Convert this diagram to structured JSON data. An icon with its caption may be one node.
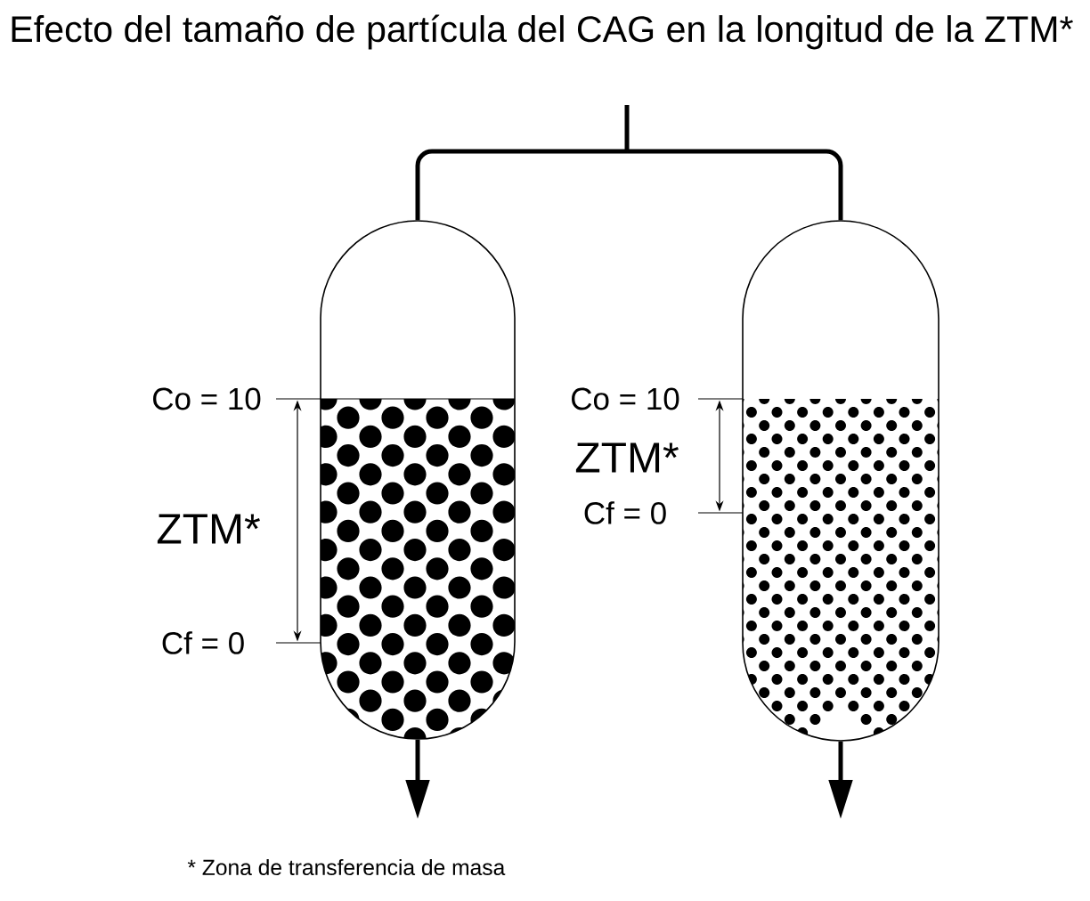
{
  "diagram": {
    "title": "Efecto del tamaño de partícula del CAG en la longitud de la ZTM*",
    "nodes": [
      {
        "text": [],
        "shape": "cylinder"
      },
      {
        "text": [],
        "shape": "cylinder"
      }
    ],
    "edges": [
      {
        "from": null,
        "to": 0,
        "arrow": "none"
      },
      {
        "from": null,
        "to": 1,
        "arrow": "none"
      },
      {
        "from": 0,
        "to": null,
        "arrow": "to"
      },
      {
        "from": 1,
        "to": null,
        "arrow": "to"
      }
    ],
    "labels": [
      "Co = 10",
      "ZTM*",
      "Cf = 0",
      "Co = 10",
      "ZTM*",
      "Cf = 0",
      "* Zona de transferencia de masa"
    ]
  }
}
